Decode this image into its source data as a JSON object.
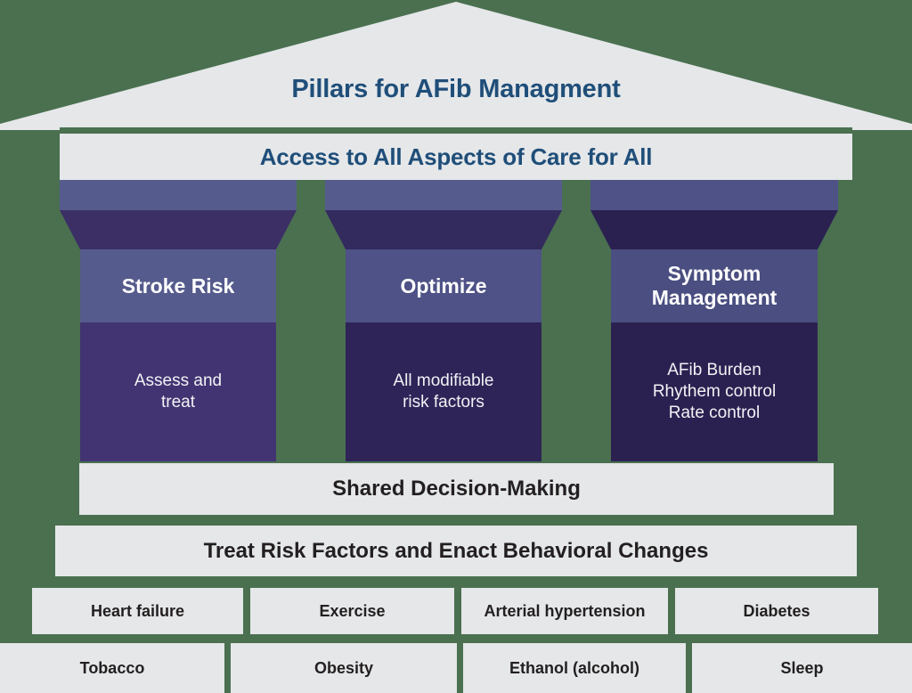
{
  "diagram": {
    "title": "Pillars for AFib Managment",
    "subtitle": "Access to All Aspects of Care for All",
    "background_color": "#4a7050",
    "stone_color": "#e5e7e9",
    "heading_color": "#1f4e79",
    "body_text_color": "#231f20"
  },
  "pillars": [
    {
      "id": "stroke-risk",
      "title": "Stroke Risk",
      "body": "Assess and treat",
      "body_lines": [
        "Assess and",
        "treat"
      ],
      "cap_color": "#565b8d",
      "taper_color": "#3b2f66",
      "title_band_color": "#565b8d",
      "body_color": "#423472"
    },
    {
      "id": "optimize",
      "title": "Optimize",
      "body": "All modifiable risk factors",
      "body_lines": [
        "All modifiable",
        "risk factors"
      ],
      "cap_color": "#565b8d",
      "taper_color": "#332a5e",
      "title_band_color": "#4e5286",
      "body_color": "#2e2458"
    },
    {
      "id": "symptom-management",
      "title": "Symptom Management",
      "title_lines": [
        "Symptom",
        "Management"
      ],
      "body": "AFib Burden Rhythem control Rate control",
      "body_lines": [
        "AFib Burden",
        "Rhythem control",
        "Rate control"
      ],
      "cap_color": "#4e5286",
      "taper_color": "#2b2151",
      "title_band_color": "#4a4e80",
      "body_color": "#2b2151"
    }
  ],
  "bars": {
    "shared_decision": "Shared Decision-Making",
    "treat_risk": "Treat Risk Factors and Enact Behavioral Changes"
  },
  "risk_factors": {
    "row_a": [
      "Heart failure",
      "Exercise",
      "Arterial hypertension",
      "Diabetes"
    ],
    "row_b": [
      "Tobacco",
      "Obesity",
      "Ethanol (alcohol)",
      "Sleep"
    ]
  }
}
